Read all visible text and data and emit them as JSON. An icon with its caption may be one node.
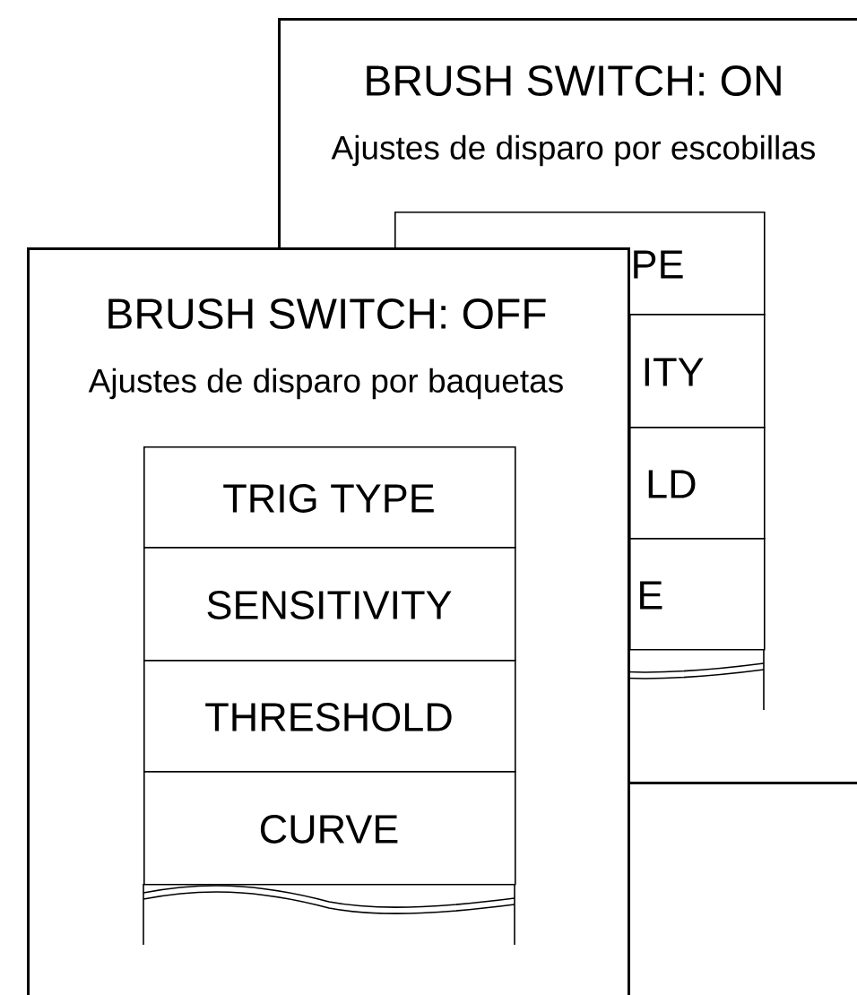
{
  "diagram": {
    "nodes": [
      {
        "text": [
          "BRUSH SWITCH: ON",
          "Ajustes de disparo por escobillas"
        ]
      },
      {
        "text": [
          "PE"
        ],
        "in": 0
      },
      {
        "text": [
          "ITY"
        ],
        "in": 0
      },
      {
        "text": [
          "LD"
        ],
        "in": 0
      },
      {
        "text": [
          "E"
        ],
        "in": 0
      },
      {
        "text": [
          "BRUSH SWITCH: OFF",
          "Ajustes de disparo por baquetas"
        ]
      },
      {
        "text": [
          "TRIG TYPE"
        ],
        "in": 5
      },
      {
        "text": [
          "SENSITIVITY"
        ],
        "in": 5
      },
      {
        "text": [
          "THRESHOLD"
        ],
        "in": 5
      },
      {
        "text": [
          "CURVE"
        ],
        "in": 5
      }
    ]
  }
}
